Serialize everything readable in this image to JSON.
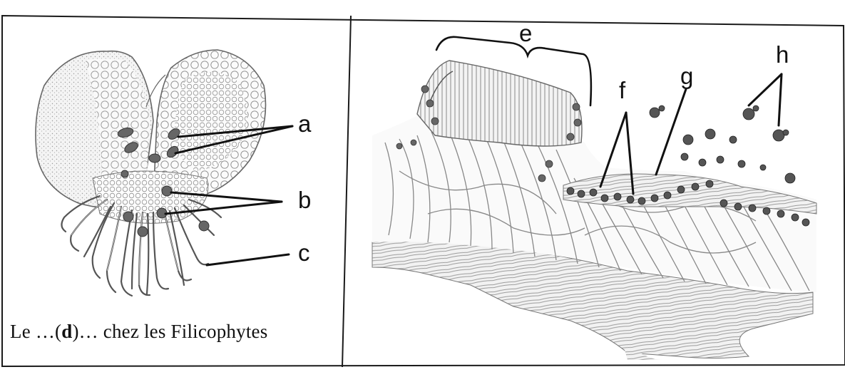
{
  "panel_left": {
    "labels": {
      "a": "a",
      "b": "b",
      "c": "c"
    },
    "caption": {
      "before": "Le …(",
      "bold": "d",
      "after": ")… chez les Filicophytes"
    }
  },
  "panel_right": {
    "labels": {
      "e": "e",
      "f": "f",
      "g": "g",
      "h": "h"
    }
  },
  "colors": {
    "frame": "#1a1a1a",
    "cells": "#777777",
    "dots": "#555555",
    "background": "#ffffff"
  }
}
